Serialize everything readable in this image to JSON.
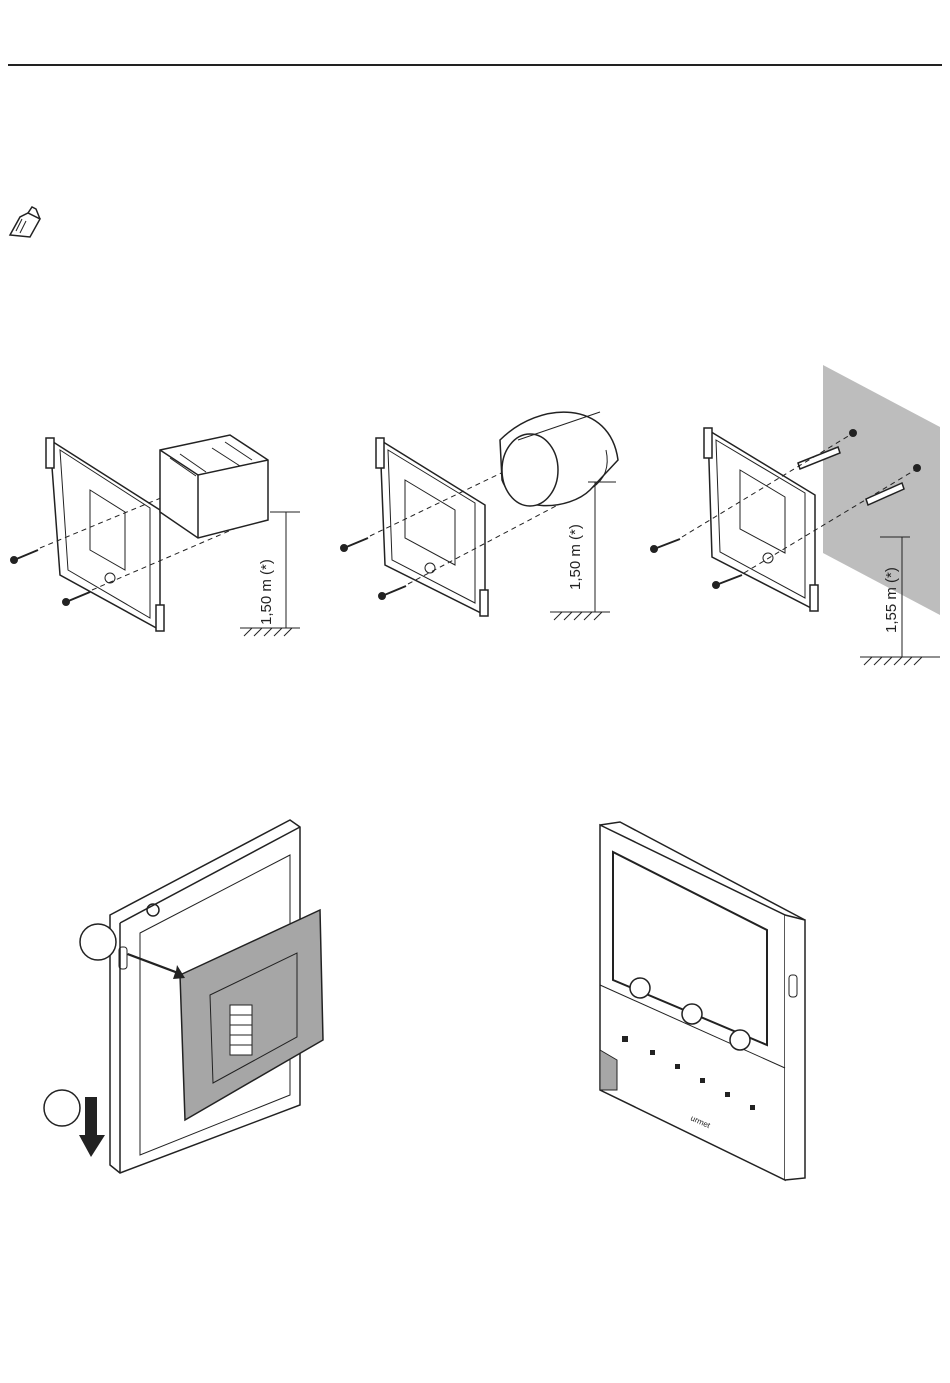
{
  "figures": {
    "flush_box_rect": {
      "height_label": "1,50 m (*)"
    },
    "flush_box_round": {
      "height_label": "1,50 m (*)"
    },
    "wall_surface": {
      "height_label": "1,55 m (*)"
    }
  },
  "steps": {
    "step_1": "",
    "step_2": ""
  },
  "device": {
    "brand_mark": "urmet"
  },
  "icons": [
    "note-icon",
    "key-icon",
    "stairs-light-icon",
    "mic-mute-icon"
  ],
  "colors": {
    "line": "#222222",
    "wall": "#bdbdbd",
    "bracket_fill": "#a6a6a6"
  }
}
